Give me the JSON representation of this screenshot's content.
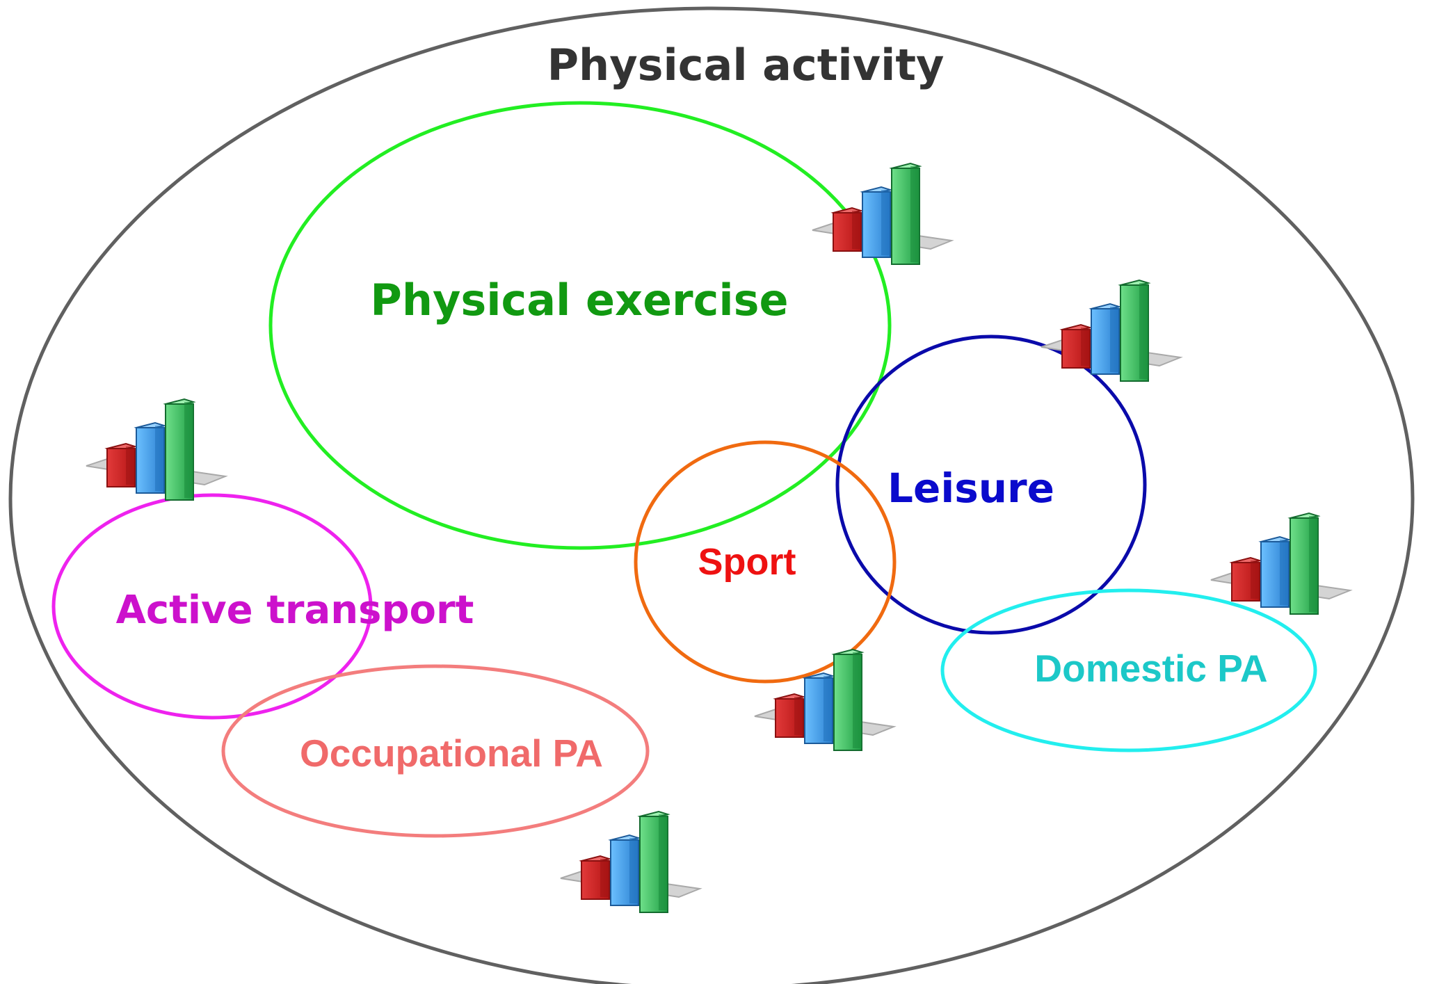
{
  "title": "Physical activity",
  "sets": [
    {
      "id": "exercise",
      "label": "Physical exercise",
      "color": "#22ee22",
      "text_color": "#119911"
    },
    {
      "id": "leisure",
      "label": "Leisure",
      "color": "#0a0aaa",
      "text_color": "#0a0acc"
    },
    {
      "id": "sport",
      "label": "Sport",
      "color": "#f06a10",
      "text_color": "#ee1111"
    },
    {
      "id": "transport",
      "label": "Active transport",
      "color": "#ee22ee",
      "text_color": "#cc11cc"
    },
    {
      "id": "occupational",
      "label": "Occupational PA",
      "color": "#f37d7d",
      "text_color": "#f06a6a"
    },
    {
      "id": "domestic",
      "label": "Domestic PA",
      "color": "#22eeee",
      "text_color": "#1cc8c8"
    }
  ],
  "outer_color": "#606060",
  "icon": {
    "name": "bar-chart-icon",
    "colors": [
      "#dd2222",
      "#3a9ff0",
      "#2ec75a"
    ]
  }
}
